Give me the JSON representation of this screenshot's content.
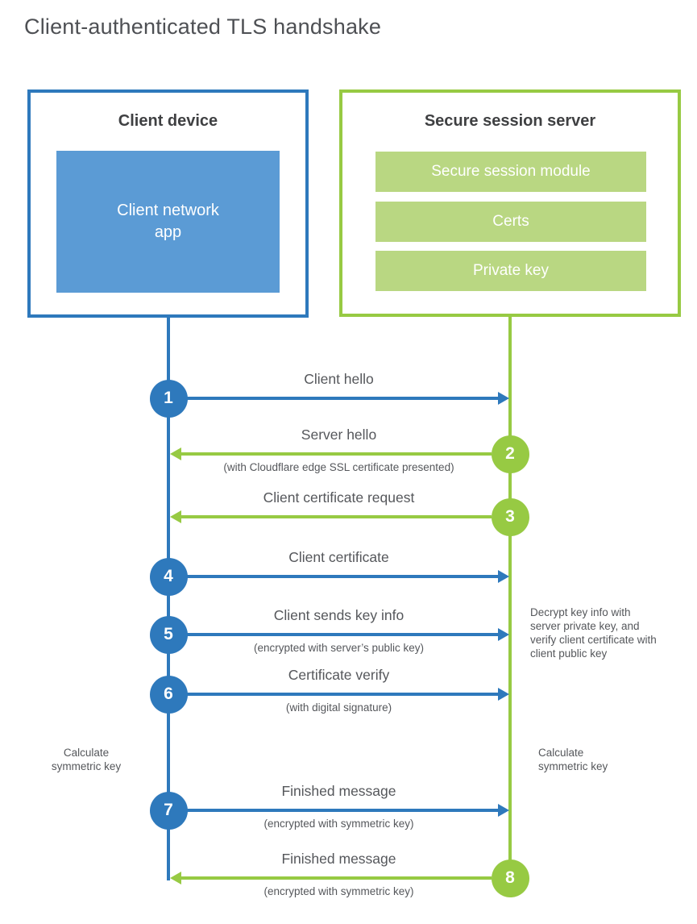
{
  "title": "Client-authenticated TLS handshake",
  "colors": {
    "blue": "#2e79bc",
    "blue_light": "#5b9bd5",
    "green": "#97ca43",
    "green_light": "#b9d782"
  },
  "client_box": {
    "title": "Client device",
    "app_label": "Client network\napp"
  },
  "server_box": {
    "title": "Secure session server",
    "modules": [
      "Secure session module",
      "Certs",
      "Private key"
    ]
  },
  "steps": [
    {
      "num": "1",
      "from": "client",
      "label": "Client hello",
      "sub": ""
    },
    {
      "num": "2",
      "from": "server",
      "label": "Server hello",
      "sub": "(with Cloudflare edge SSL certificate presented)"
    },
    {
      "num": "3",
      "from": "server",
      "label": "Client certificate request",
      "sub": ""
    },
    {
      "num": "4",
      "from": "client",
      "label": "Client certificate",
      "sub": ""
    },
    {
      "num": "5",
      "from": "client",
      "label": "Client sends key info",
      "sub": "(encrypted with server’s public key)"
    },
    {
      "num": "6",
      "from": "client",
      "label": "Certificate verify",
      "sub": "(with digital signature)"
    },
    {
      "num": "7",
      "from": "client",
      "label": "Finished message",
      "sub": "(encrypted with symmetric key)"
    },
    {
      "num": "8",
      "from": "server",
      "label": "Finished message",
      "sub": "(encrypted with symmetric key)"
    }
  ],
  "annotations": {
    "server_note": "Decrypt key info with server private key, and verify client certificate with client public key",
    "calc_left": "Calculate\nsymmetric key",
    "calc_right": "Calculate\nsymmetric key"
  }
}
